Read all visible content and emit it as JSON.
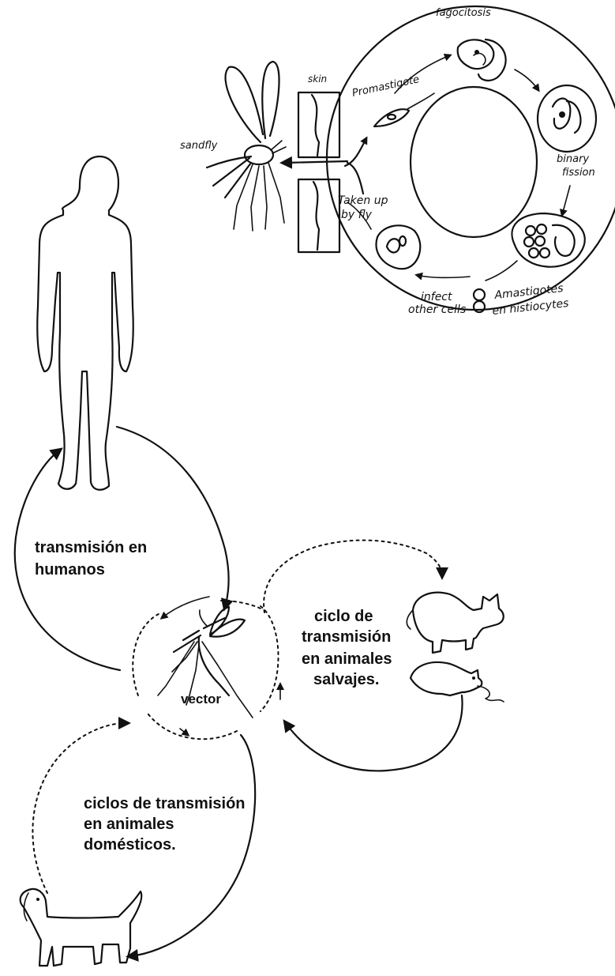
{
  "lifecycle": {
    "labels": {
      "skin": "skin",
      "sandfly": "sandfly",
      "promastigote": "Promastigote",
      "fagocitosis": "fagocitosis",
      "binary_1": "binary",
      "binary_2": "fission",
      "taken_1": "Taken up",
      "taken_2": "by fly",
      "infect_1": "infect",
      "infect_2": "other cells",
      "amast_1": "Amastigotes",
      "amast_2": "en histiocytes"
    }
  },
  "transmission": {
    "humanos_1": "transmisión en",
    "humanos_2": "humanos",
    "salvajes_1": "ciclo de",
    "salvajes_2": "transmisión",
    "salvajes_3": "en animales",
    "salvajes_4": "salvajes.",
    "domesticos_1": "ciclos de transmisión",
    "domesticos_2": "en animales",
    "domesticos_3": "domésticos.",
    "vector": "vector"
  }
}
